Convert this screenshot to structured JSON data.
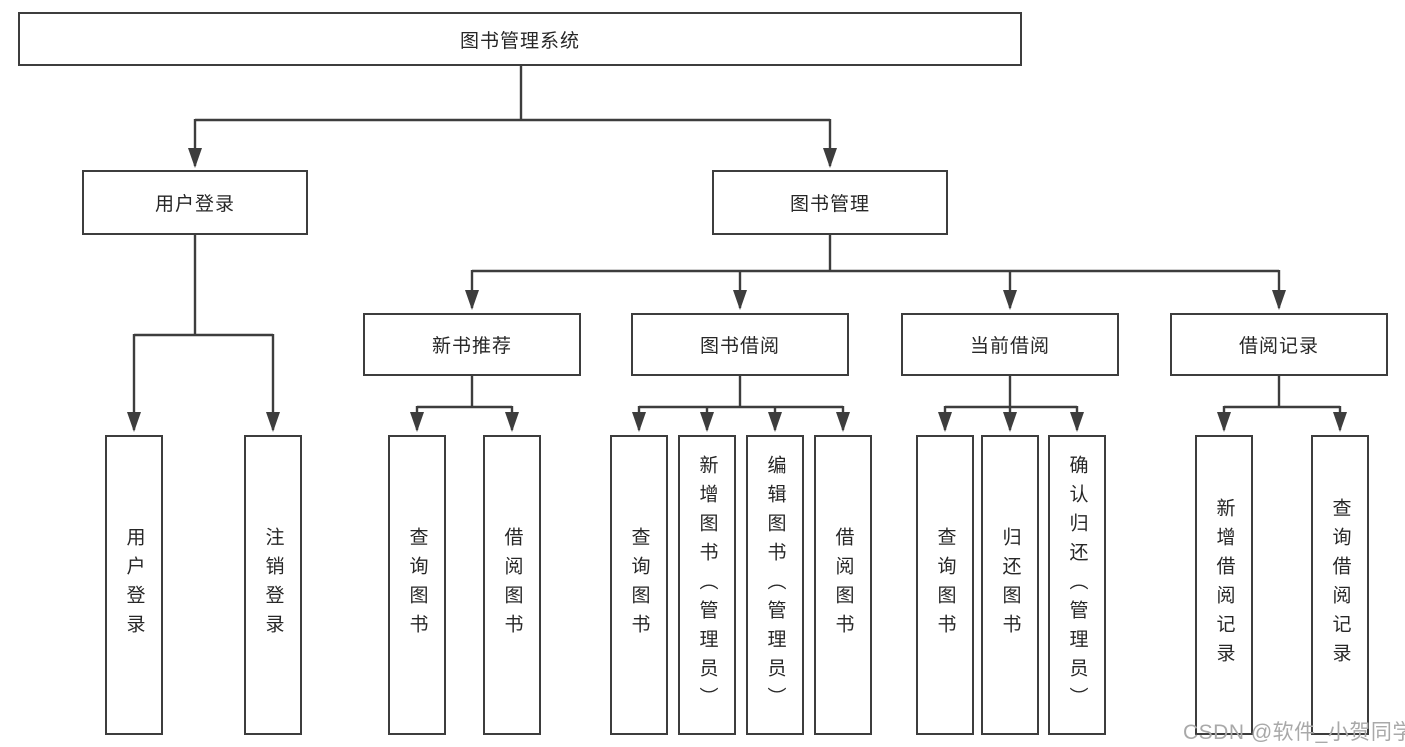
{
  "diagram": {
    "root": {
      "label": "图书管理系统",
      "children": [
        {
          "label": "用户登录",
          "children": [
            {
              "label": "用户登录"
            },
            {
              "label": "注销登录"
            }
          ]
        },
        {
          "label": "图书管理",
          "children": [
            {
              "label": "新书推荐",
              "children": [
                {
                  "label": "查询图书"
                },
                {
                  "label": "借阅图书"
                }
              ]
            },
            {
              "label": "图书借阅",
              "children": [
                {
                  "label": "查询图书"
                },
                {
                  "label": "新增图书（管理员）"
                },
                {
                  "label": "编辑图书（管理员）"
                },
                {
                  "label": "借阅图书"
                }
              ]
            },
            {
              "label": "当前借阅",
              "children": [
                {
                  "label": "查询图书"
                },
                {
                  "label": "归还图书"
                },
                {
                  "label": "确认归还（管理员）"
                }
              ]
            },
            {
              "label": "借阅记录",
              "children": [
                {
                  "label": "新增借阅记录"
                },
                {
                  "label": "查询借阅记录"
                }
              ]
            }
          ]
        }
      ]
    },
    "colors": {
      "line": "#3d3d3d",
      "box_border": "#3d3d3d",
      "text": "#272727",
      "watermark": "#a9a9a9",
      "background": "#ffffff"
    }
  },
  "watermark": {
    "text": "CSDN @软件_小贺同学"
  }
}
